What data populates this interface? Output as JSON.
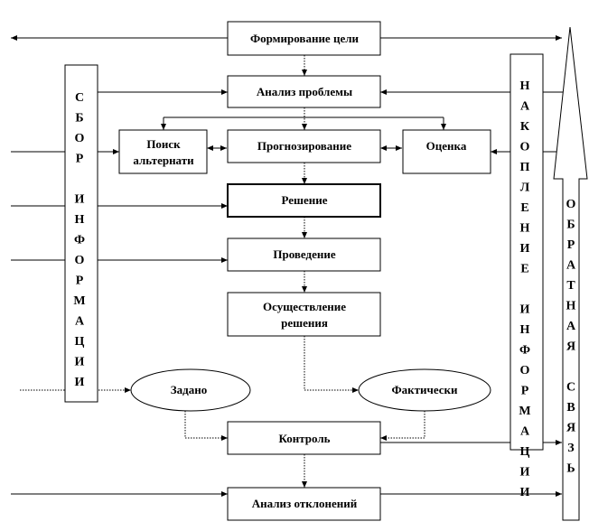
{
  "boxes": {
    "goal": "Формирование цели",
    "problem": "Анализ проблемы",
    "search_1": "Поиск",
    "search_2": "альтернати",
    "forecast": "Прогнозирование",
    "evaluation": "Оценка",
    "decision": "Решение",
    "conduct": "Проведение",
    "implement_1": "Осуществление",
    "implement_2": "решения",
    "given": "Задано",
    "actual": "Фактически",
    "control": "Контроль",
    "deviation": "Анализ отклонений"
  },
  "columns": {
    "collect": [
      "С",
      "Б",
      "О",
      "Р",
      "",
      "И",
      "Н",
      "Ф",
      "О",
      "Р",
      "М",
      "А",
      "Ц",
      "И",
      "И"
    ],
    "accumulate": [
      "Н",
      "А",
      "К",
      "О",
      "П",
      "Л",
      "Е",
      "Н",
      "И",
      "Е",
      "",
      "И",
      "Н",
      "Ф",
      "О",
      "Р",
      "М",
      "А",
      "Ц",
      "И",
      "И"
    ],
    "feedback": [
      "О",
      "Б",
      "Р",
      "А",
      "Т",
      "Н",
      "А",
      "Я",
      "",
      "С",
      "В",
      "Я",
      "З",
      "Ь"
    ]
  }
}
